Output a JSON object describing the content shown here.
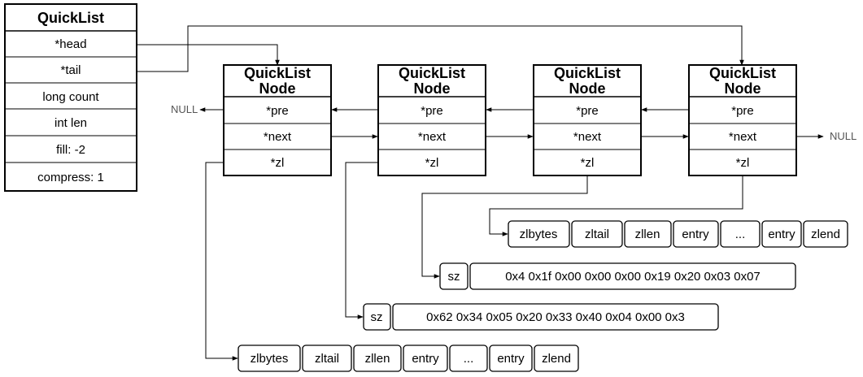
{
  "quicklist": {
    "title": "QuickList",
    "fields": [
      "*head",
      "*tail",
      "long count",
      "int len",
      "fill: -2",
      "compress: 1"
    ]
  },
  "node": {
    "title_line1": "QuickList",
    "title_line2": "Node",
    "fields": [
      "*pre",
      "*next",
      "*zl"
    ]
  },
  "null_label": "NULL",
  "ziplist_top": [
    "zlbytes",
    "zltail",
    "zllen",
    "entry",
    "...",
    "entry",
    "zlend"
  ],
  "ziplist_bottom": [
    "zlbytes",
    "zltail",
    "zllen",
    "entry",
    "...",
    "entry",
    "zlend"
  ],
  "compressed_1": {
    "sz": "sz",
    "bytes": "0x4 0x1f 0x00 0x00 0x00 0x19 0x20 0x03 0x07"
  },
  "compressed_2": {
    "sz": "sz",
    "bytes": "0x62 0x34 0x05 0x20 0x33 0x40 0x04 0x00 0x3"
  }
}
